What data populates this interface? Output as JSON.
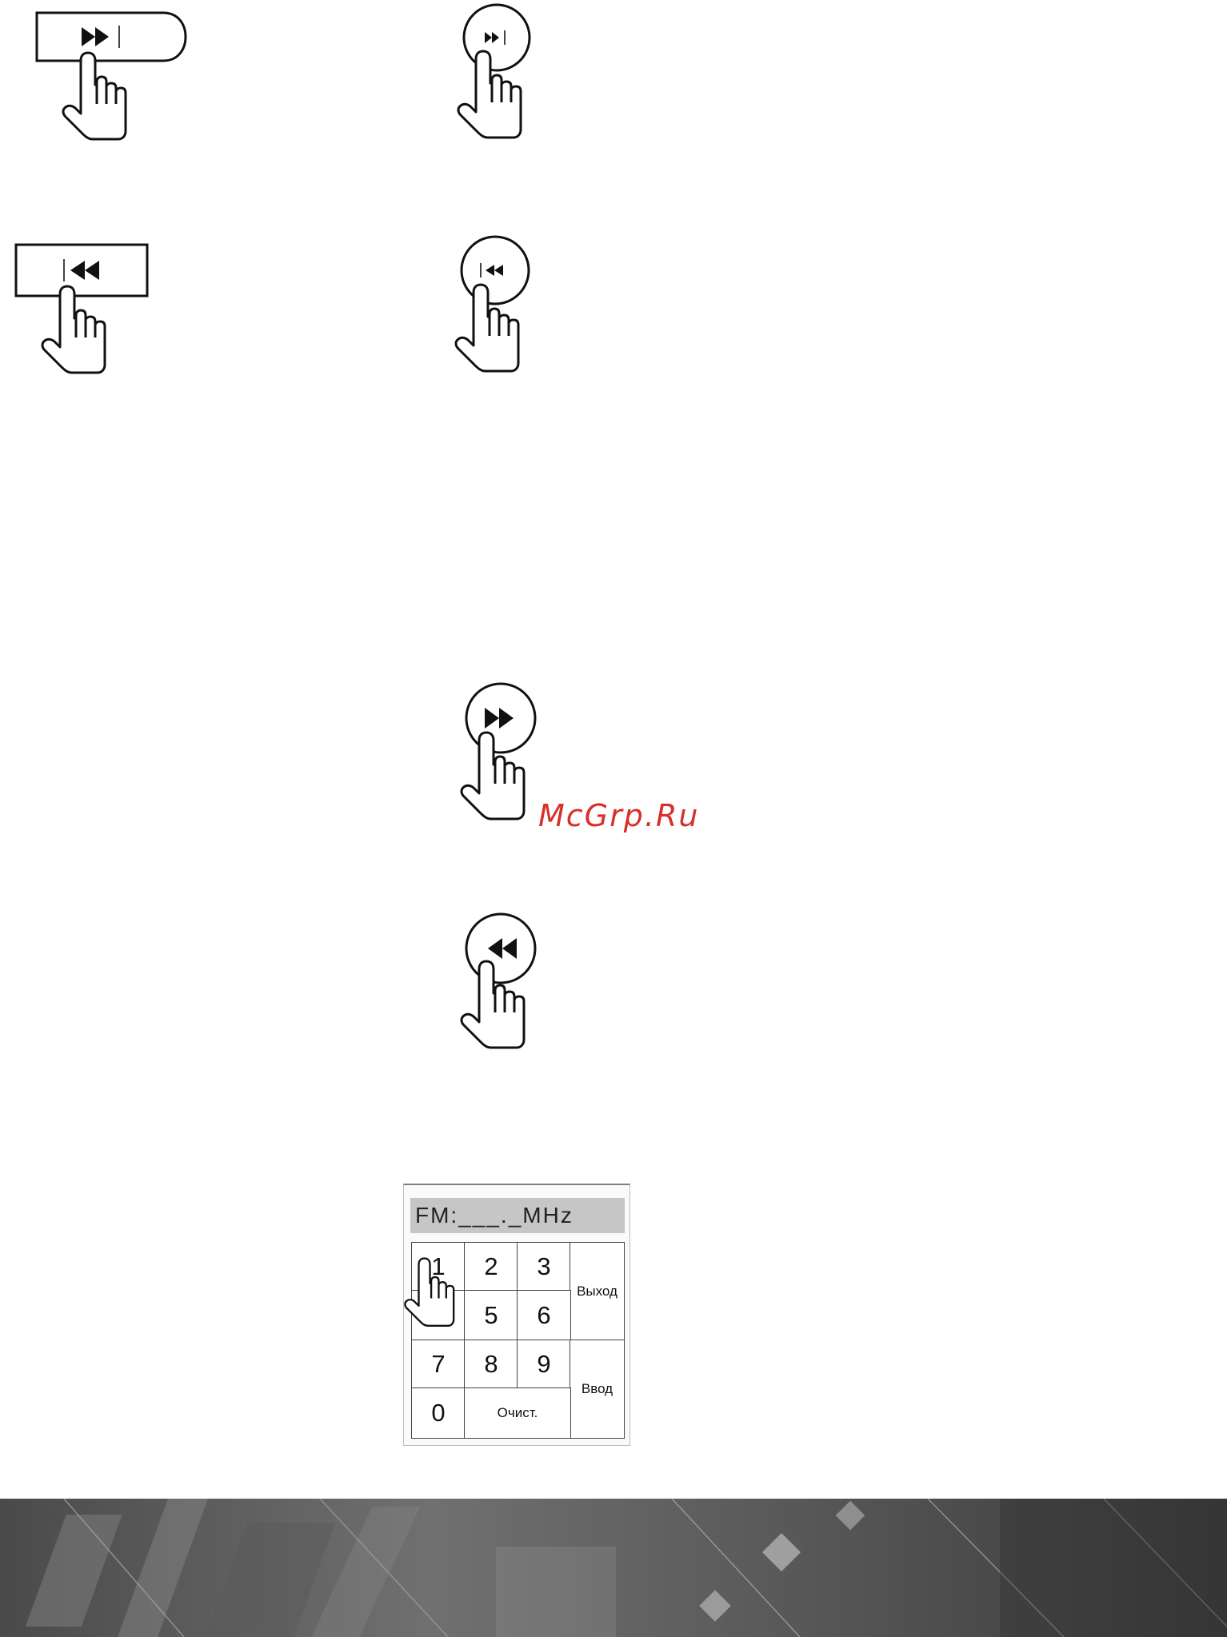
{
  "icons": {
    "next": "skip-next-icon",
    "prev": "skip-previous-icon",
    "ff": "fast-forward-icon",
    "rew": "rewind-icon",
    "hand": "pointing-hand-icon"
  },
  "watermark": "McGrp.Ru",
  "keypad": {
    "display": "FM:___._MHz",
    "digits": [
      "1",
      "2",
      "3",
      "5",
      "6",
      "7",
      "8",
      "9",
      "0"
    ],
    "exit_label": "Выход",
    "enter_label": "Ввод",
    "clear_label": "Очист."
  },
  "colors": {
    "watermark": "#d8302a",
    "display_bg": "#c6c6c6"
  }
}
